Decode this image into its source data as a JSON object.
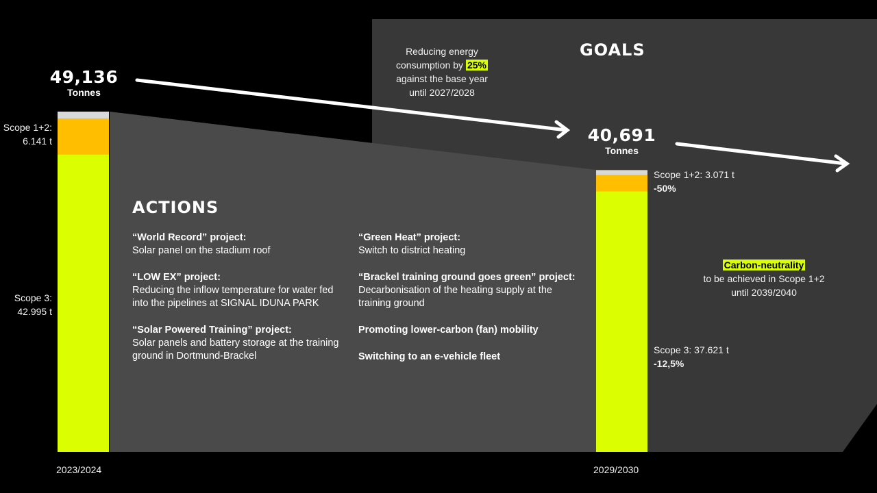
{
  "colors": {
    "scope3": "#dcff00",
    "scope12": "#ffbf00",
    "cap": "#d9d9d9",
    "actions_panel": "#4a4a4a",
    "goals_panel": "#383838",
    "highlight": "#dcff00"
  },
  "chart_data": {
    "type": "bar",
    "stacked": true,
    "categories": [
      "2023/2024",
      "2029/2030"
    ],
    "series": [
      {
        "name": "Scope 3",
        "values": [
          42995,
          37621
        ]
      },
      {
        "name": "Scope 1+2",
        "values": [
          6141,
          3071
        ]
      }
    ],
    "totals": [
      49136,
      40691
    ]
  },
  "left": {
    "total": "49,136",
    "unit": "Tonnes",
    "scope12_label": "Scope 1+2:",
    "scope12_value": "6.141 t",
    "scope3_label": "Scope 3:",
    "scope3_value": "42.995 t",
    "year": "2023/2024"
  },
  "right": {
    "total": "40,691",
    "unit": "Tonnes",
    "scope12_label": "Scope 1+2: 3.071 t",
    "scope12_change": "-50%",
    "scope3_label": "Scope 3: 37.621 t",
    "scope3_change": "-12,5%",
    "year": "2029/2030"
  },
  "goals": {
    "title": "GOALS",
    "energy_pre": "Reducing energy consumption by",
    "energy_pct": "25%",
    "energy_post": "against the base year until 2027/2028",
    "carbon_hl": "Carbon-neutrality",
    "carbon_text": "to be achieved in Scope 1+2 until 2039/2040"
  },
  "actions": {
    "title": "ACTIONS",
    "items": [
      {
        "title": "“World Record” project:",
        "text": "Solar panel on the stadium roof"
      },
      {
        "title": "“LOW EX” project:",
        "text": "Reducing the inflow temperature for water fed into the pipelines at SIGNAL IDUNA PARK"
      },
      {
        "title": "“Solar Powered Training” project:",
        "text": "Solar panels and battery storage at the training ground in Dortmund-Brackel"
      },
      {
        "title": "“Green Heat” project:",
        "text": "Switch to district heating"
      },
      {
        "title": "“Brackel training ground goes green” project:",
        "text": "Decarbonisation of the heating supply at the training ground"
      },
      {
        "title": "Promoting lower-carbon (fan) mobility",
        "text": ""
      },
      {
        "title": "Switching to an e-vehicle fleet",
        "text": ""
      }
    ]
  }
}
